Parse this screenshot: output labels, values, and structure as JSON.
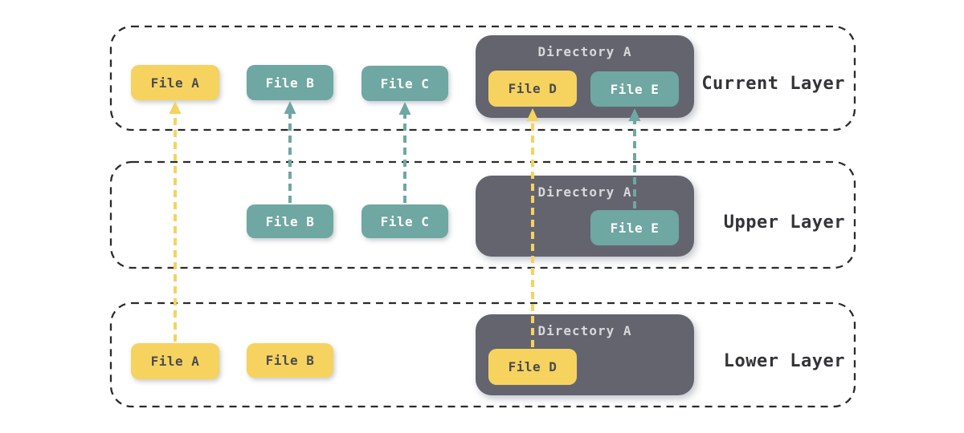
{
  "colors": {
    "background": "#FFFFFF",
    "outline": "#2B2B2B",
    "layer_label_text": "#333338",
    "yellow": "#F6D35E",
    "teal": "#6FA7A2",
    "directory_fill": "#64646F",
    "directory_title_text": "#D8D8DC",
    "file_text_on_yellow": "#4A4A52",
    "file_text_on_teal": "#FFFFFF"
  },
  "layers": [
    {
      "name": "Current Layer",
      "files": [
        {
          "label": "File A",
          "fill": "#F6D35E",
          "text": "#4A4A52"
        },
        {
          "label": "File B",
          "fill": "#6FA7A2",
          "text": "#FFFFFF"
        },
        {
          "label": "File C",
          "fill": "#6FA7A2",
          "text": "#FFFFFF"
        }
      ],
      "directory": {
        "title": "Directory A",
        "fill": "#64646F",
        "title_text": "#D8D8DC",
        "files": [
          {
            "label": "File D",
            "fill": "#F6D35E",
            "text": "#4A4A52"
          },
          {
            "label": "File E",
            "fill": "#6FA7A2",
            "text": "#FFFFFF"
          }
        ]
      }
    },
    {
      "name": "Upper Layer",
      "files": [
        {
          "label": "File B",
          "fill": "#6FA7A2",
          "text": "#FFFFFF"
        },
        {
          "label": "File C",
          "fill": "#6FA7A2",
          "text": "#FFFFFF"
        }
      ],
      "directory": {
        "title": "Directory A",
        "fill": "#64646F",
        "title_text": "#D8D8DC",
        "files": [
          {
            "label": "File E",
            "fill": "#6FA7A2",
            "text": "#FFFFFF"
          }
        ]
      }
    },
    {
      "name": "Lower Layer",
      "files": [
        {
          "label": "File A",
          "fill": "#F6D35E",
          "text": "#4A4A52"
        },
        {
          "label": "File B",
          "fill": "#F6D35E",
          "text": "#4A4A52"
        }
      ],
      "directory": {
        "title": "Directory A",
        "fill": "#64646F",
        "title_text": "#D8D8DC",
        "files": [
          {
            "label": "File D",
            "fill": "#F6D35E",
            "text": "#4A4A52"
          }
        ]
      }
    }
  ],
  "arrows": [
    {
      "name": "file-a-lower-to-current",
      "color": "#F6D35E"
    },
    {
      "name": "file-b-upper-to-current",
      "color": "#6FA7A2"
    },
    {
      "name": "file-c-upper-to-current",
      "color": "#6FA7A2"
    },
    {
      "name": "file-d-lower-to-current",
      "color": "#F6D35E"
    },
    {
      "name": "file-e-upper-to-current",
      "color": "#6FA7A2"
    }
  ]
}
